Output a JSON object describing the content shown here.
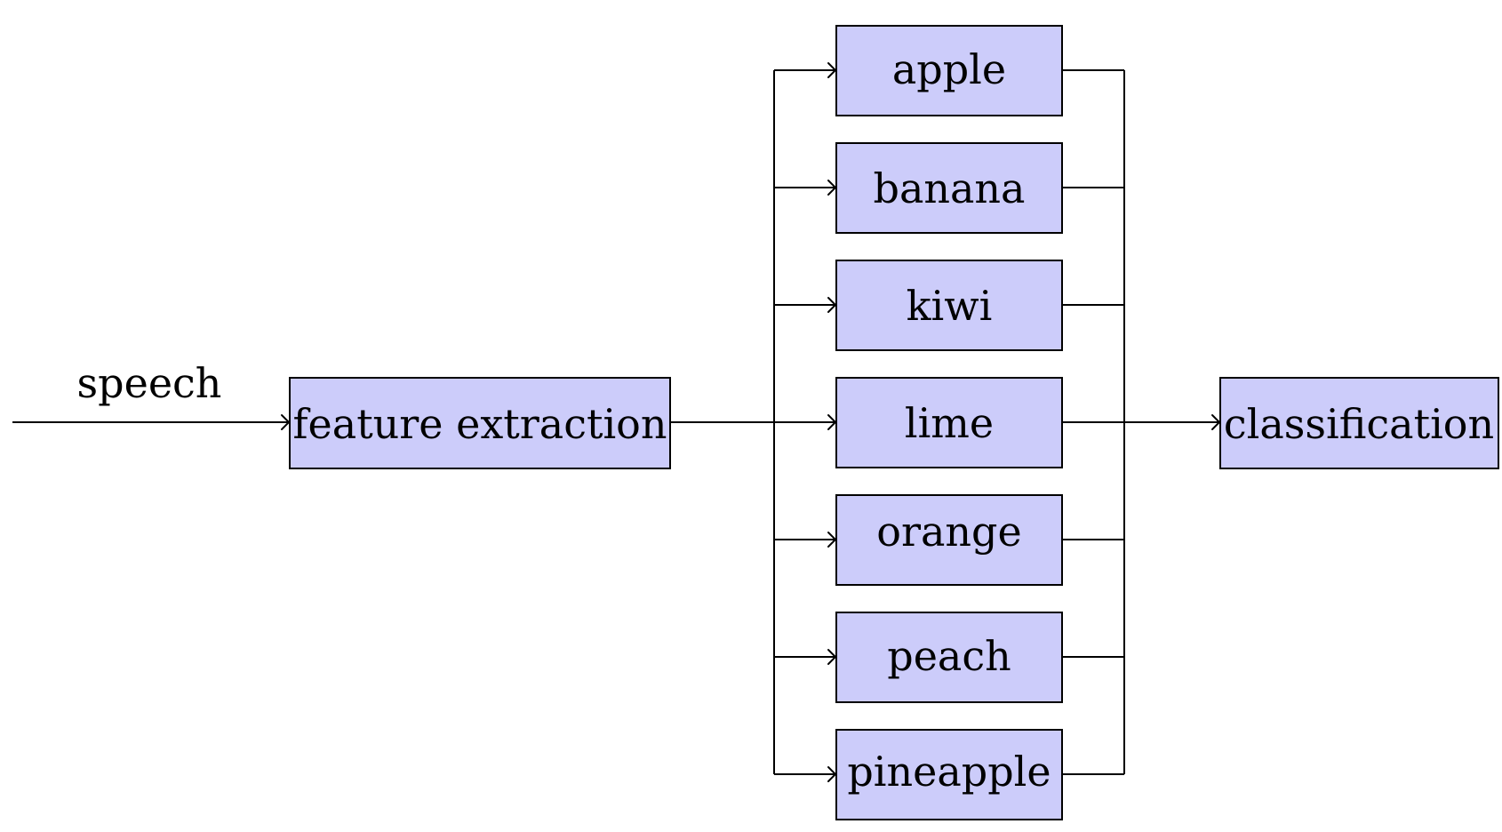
{
  "diagram": {
    "input_label": "speech",
    "feature_box": "feature extraction",
    "classifiers": [
      "apple",
      "banana",
      "kiwi",
      "lime",
      "orange",
      "peach",
      "pineapple"
    ],
    "output_box": "classification",
    "box_fill": "#ccccfa"
  }
}
